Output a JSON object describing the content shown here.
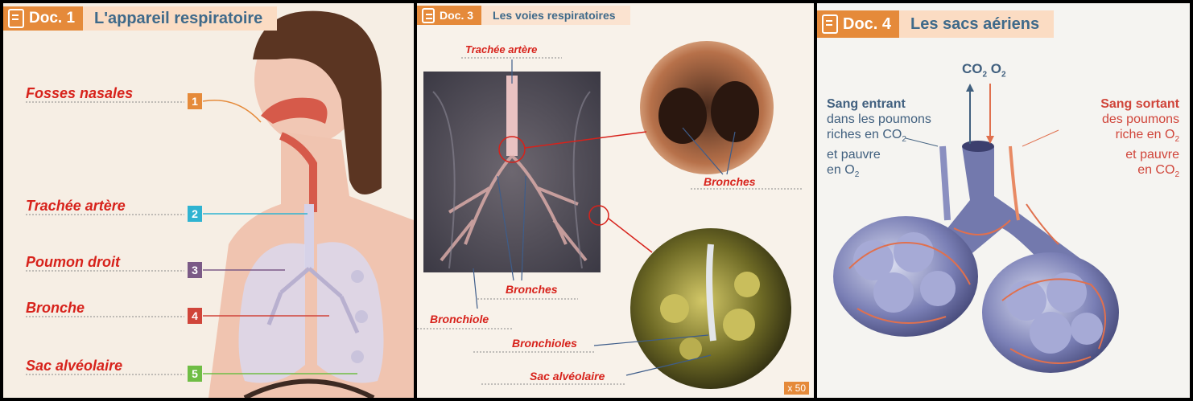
{
  "doc1": {
    "tag": "Doc. 1",
    "title": "L'appareil respiratoire",
    "labels": [
      {
        "num": "1",
        "text": "Fosses nasales",
        "color": "#e58a3a"
      },
      {
        "num": "2",
        "text": "Trachée artère",
        "color": "#2fb3d1"
      },
      {
        "num": "3",
        "text": "Poumon droit",
        "color": "#7b5a86"
      },
      {
        "num": "4",
        "text": "Bronche",
        "color": "#d0453a"
      },
      {
        "num": "5",
        "text": "Sac alvéolaire",
        "color": "#6fbd45"
      }
    ]
  },
  "doc3": {
    "tag": "Doc. 3",
    "title": "Les voies respiratoires",
    "labels": {
      "trachee": "Trachée artère",
      "bronches_right": "Bronches",
      "bronches_bottom": "Bronches",
      "bronchiole": "Bronchiole",
      "bronchioles": "Bronchioles",
      "sac": "Sac alvéolaire"
    },
    "zoom": "x 50"
  },
  "doc4": {
    "tag": "Doc. 4",
    "title": "Les sacs aériens",
    "gases": {
      "co2": "CO",
      "co2_sub": "2",
      "o2": "O",
      "o2_sub": "2"
    },
    "left_title": "Sang entrant",
    "left_lines": [
      "dans les poumons",
      "riches en CO",
      "et pauvre",
      "en O"
    ],
    "left_subs": [
      "",
      "2",
      "",
      "2"
    ],
    "right_title": "Sang sortant",
    "right_lines": [
      "des poumons",
      "riche en O",
      "et pauvre",
      "en CO"
    ],
    "right_subs": [
      "",
      "2",
      "",
      "2"
    ]
  },
  "colors": {
    "header_orange": "#e58a3a",
    "label_red": "#d7221b",
    "blue_text": "#41607f",
    "vessel_blue": "#6d73a8",
    "vessel_red": "#e06b4a"
  }
}
